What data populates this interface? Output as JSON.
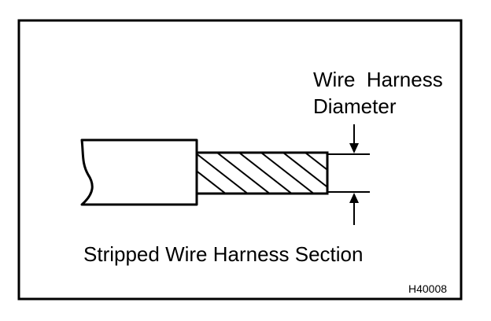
{
  "diagram": {
    "label_diameter_line1": "Wire  Harness",
    "label_diameter_line2": "Diameter",
    "label_section": "Stripped Wire Harness Section",
    "figure_code": "H40008",
    "colors": {
      "stroke": "#000000",
      "background": "#ffffff"
    }
  }
}
